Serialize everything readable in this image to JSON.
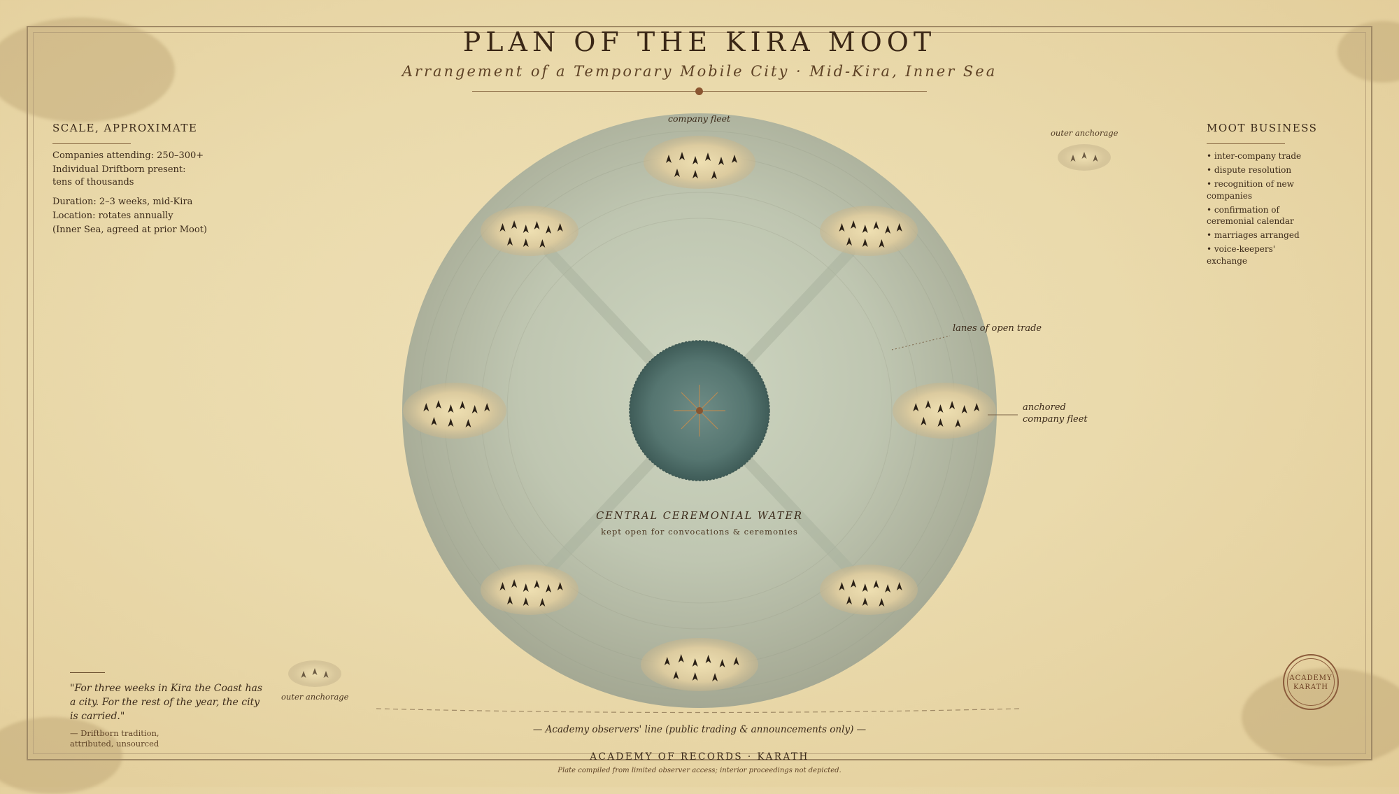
{
  "header": {
    "title": "PLAN OF THE KIRA MOOT",
    "subtitle": "Arrangement of a Temporary Mobile City · Mid-Kira, Inner Sea"
  },
  "scale_panel": {
    "heading": "SCALE, APPROXIMATE",
    "lines": [
      "Companies attending: 250–300+",
      "Individual Driftborn present:",
      "tens of thousands",
      "Duration: 2–3 weeks, mid-Kira",
      "Location: rotates annually",
      "(Inner Sea, agreed at prior Moot)"
    ]
  },
  "business_panel": {
    "heading": "MOOT BUSINESS",
    "items": [
      "• inter-company trade",
      "• dispute resolution",
      "• recognition of new companies",
      "• confirmation of ceremonial calendar",
      "• marriages arranged",
      "• voice-keepers' exchange"
    ]
  },
  "map": {
    "labels": {
      "company_fleet": "company fleet",
      "outer_anchorage_top": "outer anchorage",
      "outer_anchorage_bottom": "outer anchorage",
      "lanes": "lanes of open trade",
      "anchored_line1": "anchored",
      "anchored_line2": "company fleet",
      "central_title": "CENTRAL CEREMONIAL WATER",
      "central_sub": "kept open for convocations & ceremonies"
    },
    "fleets": [
      {
        "name": "north"
      },
      {
        "name": "north-east"
      },
      {
        "name": "east"
      },
      {
        "name": "south-east"
      },
      {
        "name": "south"
      },
      {
        "name": "south-west"
      },
      {
        "name": "west"
      },
      {
        "name": "north-west"
      }
    ],
    "colors": {
      "outer_water": "#a8ac98",
      "inner_water": "#c9d0ba",
      "central_water": "#4f6d68",
      "fleet_patch": "#d8c7a0",
      "ship": "#2a2016",
      "ink": "#3b2a1a"
    }
  },
  "quote": {
    "text": "\"For three weeks in Kira the Coast has a city. For the rest of the year, the city is carried.\"",
    "attribution_line1": "— Driftborn tradition,",
    "attribution_line2": "attributed, unsourced"
  },
  "footer": {
    "observers": "— Academy observers' line (public trading & announcements only) —",
    "academy": "ACADEMY OF RECORDS · KARATH",
    "plate": "Plate compiled from limited observer access; interior proceedings not depicted."
  },
  "seal": {
    "line1": "ACADEMY",
    "line2": "KARATH"
  }
}
